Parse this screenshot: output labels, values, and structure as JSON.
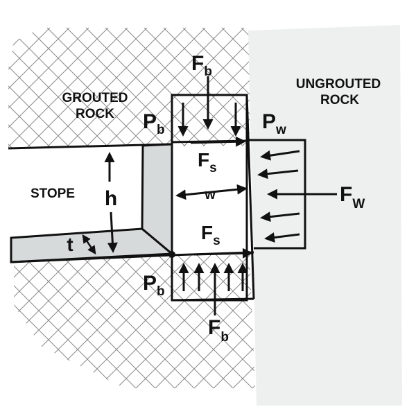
{
  "regions": {
    "grouted_line1": "GROUTED",
    "grouted_line2": "ROCK",
    "ungrouted_line1": "UNGROUTED",
    "ungrouted_line2": "ROCK",
    "stope": "STOPE"
  },
  "forces": {
    "fb_top_main": "F",
    "fb_top_sub": "b",
    "fb_bottom_main": "F",
    "fb_bottom_sub": "b",
    "pb_top_main": "P",
    "pb_top_sub": "b",
    "pb_bottom_main": "P",
    "pb_bottom_sub": "b",
    "pw_main": "P",
    "pw_sub": "w",
    "fw_main": "F",
    "fw_sub": "W",
    "fs_top_main": "F",
    "fs_top_sub": "s",
    "fs_bottom_main": "F",
    "fs_bottom_sub": "s"
  },
  "dimensions": {
    "height": "h",
    "width": "w",
    "thickness": "t"
  },
  "colors": {
    "ungrouted_fill": "#eef0f0",
    "slab_fill": "#d7dadb",
    "hatch": "#8a8a8a",
    "ink": "#111111"
  }
}
